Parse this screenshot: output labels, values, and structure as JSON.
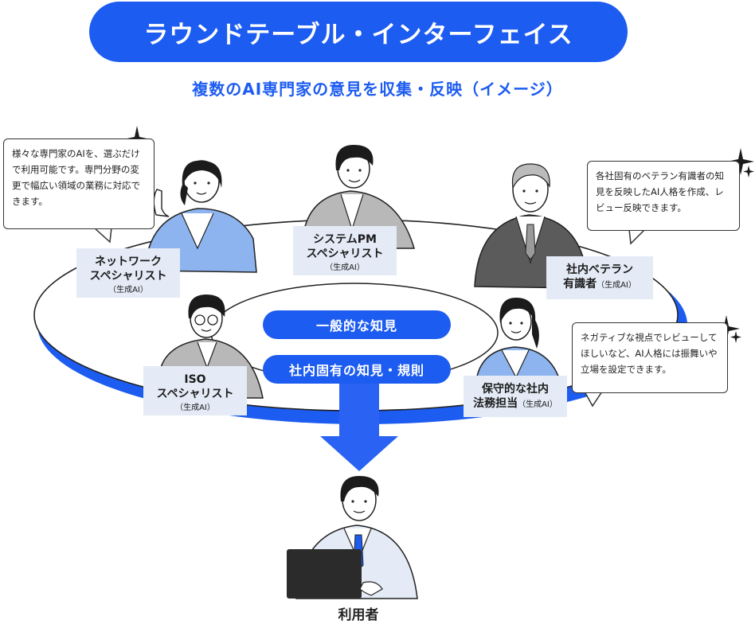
{
  "header": {
    "title": "ラウンドテーブル・インターフェイス",
    "subtitle": "複数のAI専門家の意見を収集・反映（イメージ）"
  },
  "center": {
    "general_knowledge": "一般的な知見",
    "company_knowledge": "社内固有の知見・規則"
  },
  "experts": [
    {
      "name_line1": "ネットワーク",
      "name_line2": "スペシャリスト",
      "tag": "（生成AI）"
    },
    {
      "name_line1": "システムPM",
      "name_line2": "スペシャリスト",
      "tag": "（生成AI）"
    },
    {
      "name_line1": "社内ベテラン",
      "name_line2": "有識者",
      "tag": "（生成AI）"
    },
    {
      "name_line1": "ISO",
      "name_line2": "スペシャリスト",
      "tag": "（生成AI）"
    },
    {
      "name_line1": "保守的な社内",
      "name_line2": "法務担当",
      "tag": "（生成AI）"
    }
  ],
  "bubbles": {
    "left": "様々な専門家のAIを、選ぶだけで利用可能です。専門分野の変更で幅広い領域の業務に対応できます。",
    "right_top": "各社固有のベテラン有識者の知見を反映したAI人格を作成、レビュー反映できます。",
    "right_bottom": "ネガティブな視点でレビューしてほしいなど、AI人格には振舞いや立場を設定できます。"
  },
  "user": {
    "label": "利用者"
  },
  "colors": {
    "accent": "#1d5cf0",
    "card": "#e4ebf6"
  }
}
